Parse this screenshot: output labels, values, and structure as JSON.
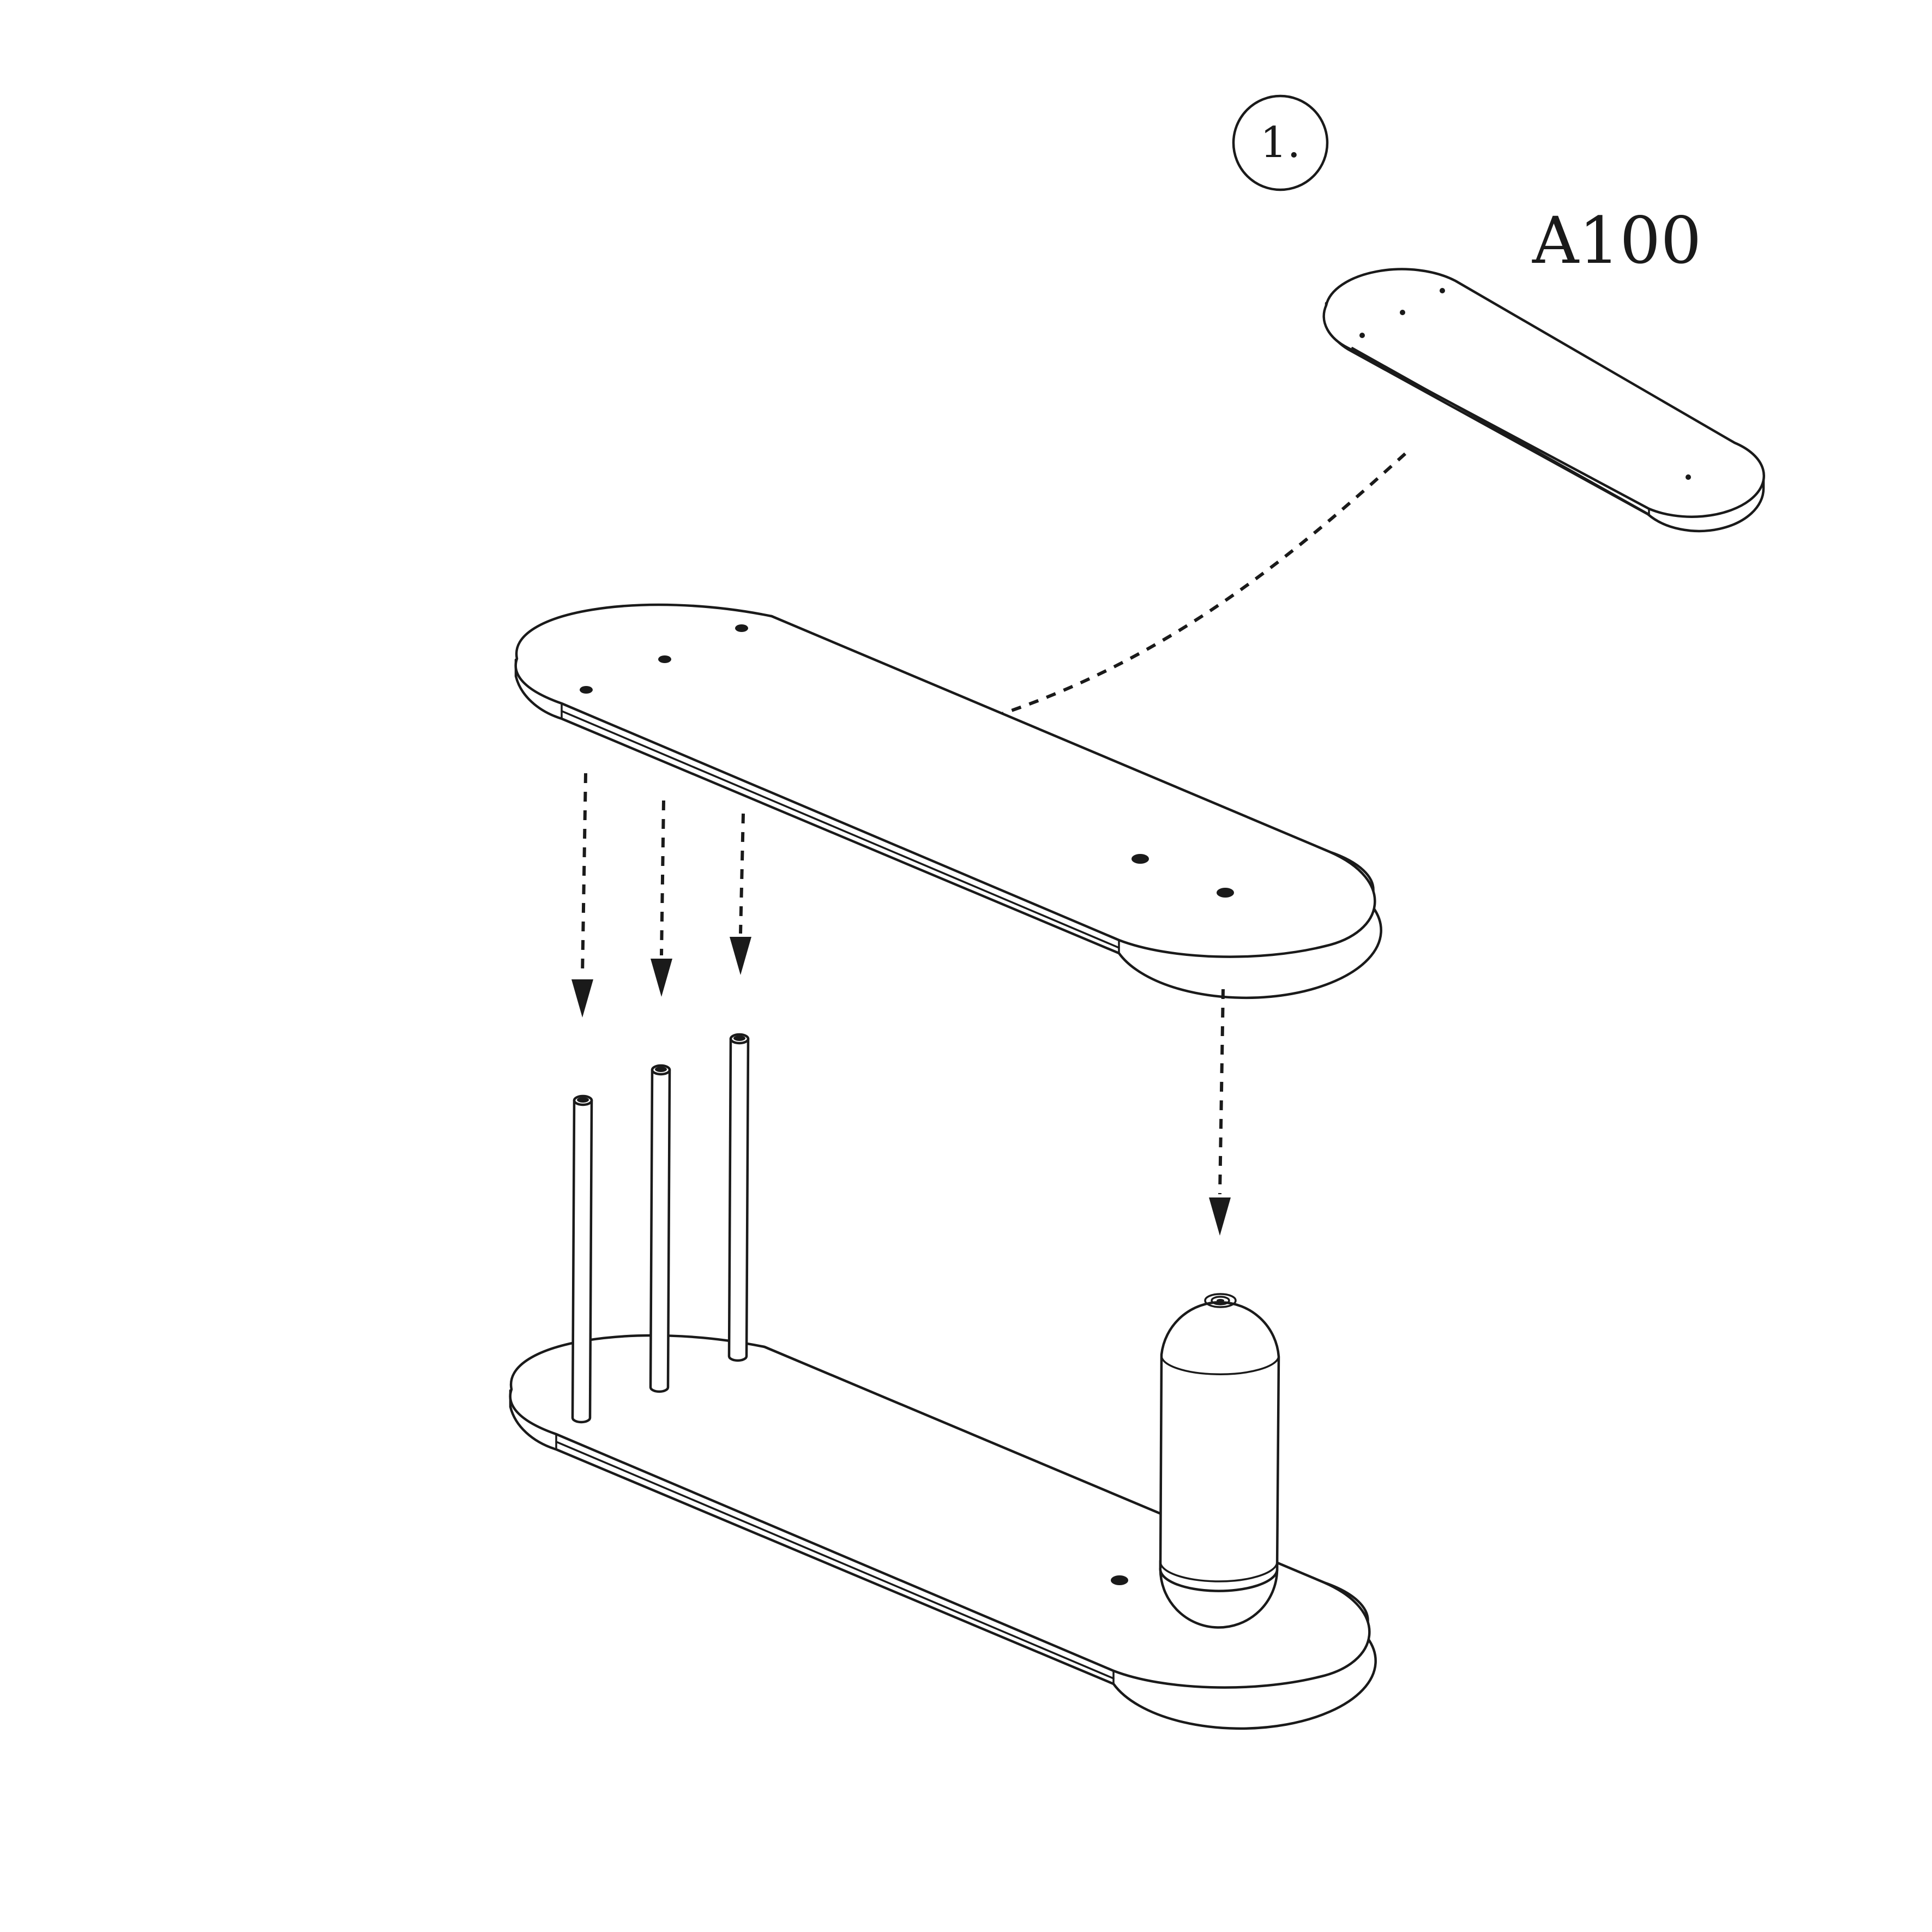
{
  "step": {
    "number": "1."
  },
  "part": {
    "label": "A100"
  },
  "colors": {
    "line": "#1a1a1a",
    "background": "#ffffff"
  },
  "diagram": {
    "type": "assembly-instruction",
    "components": [
      "small-board",
      "top-board",
      "bottom-board",
      "dowel-pin",
      "dowel-pin",
      "dowel-pin",
      "capsule-leg"
    ],
    "arrows": [
      "curved-arrow-small-to-top-board",
      "arrow-to-dowel-left",
      "arrow-to-dowel-middle",
      "arrow-to-dowel-right",
      "arrow-to-capsule-leg"
    ]
  }
}
